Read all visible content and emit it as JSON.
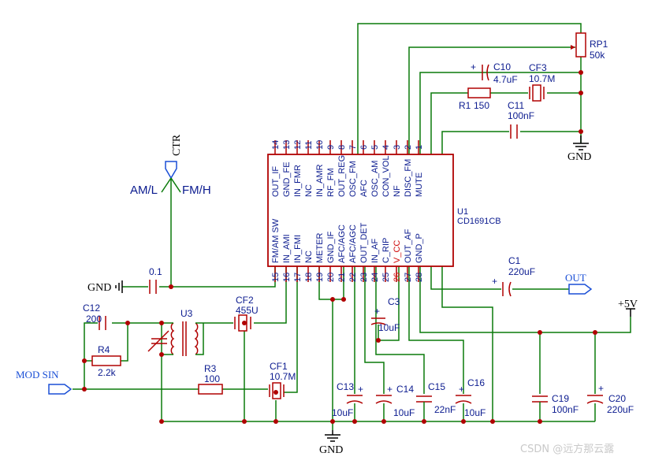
{
  "chip": {
    "ref": "U1",
    "part": "CD1691CB"
  },
  "pins_top": [
    {
      "num": "14",
      "label": "OUT_IF"
    },
    {
      "num": "13",
      "label": "GND_FE"
    },
    {
      "num": "12",
      "label": "IN_FMR"
    },
    {
      "num": "11",
      "label": "NC"
    },
    {
      "num": "10",
      "label": "IN_AMR"
    },
    {
      "num": "9",
      "label": "RF_FM"
    },
    {
      "num": "8",
      "label": "OUT_REG"
    },
    {
      "num": "7",
      "label": "OSC_FM"
    },
    {
      "num": "6",
      "label": "AFC"
    },
    {
      "num": "5",
      "label": "OSC_AM"
    },
    {
      "num": "4",
      "label": "CON_VOL"
    },
    {
      "num": "3",
      "label": "NF"
    },
    {
      "num": "2",
      "label": "DISC_FM"
    },
    {
      "num": "1",
      "label": "MUTE"
    }
  ],
  "pins_bottom": [
    {
      "num": "15",
      "label": "FM/AM SW",
      "red": false
    },
    {
      "num": "16",
      "label": "IN_AMI",
      "red": false
    },
    {
      "num": "17",
      "label": "IN_FMI",
      "red": false
    },
    {
      "num": "18",
      "label": "NC",
      "red": false
    },
    {
      "num": "19",
      "label": "METER",
      "red": false
    },
    {
      "num": "20",
      "label": "GND_IF",
      "red": false
    },
    {
      "num": "21",
      "label": "AFC/AGC",
      "red": false
    },
    {
      "num": "22",
      "label": "AFC/AGC",
      "red": false
    },
    {
      "num": "23",
      "label": "OUT_DET",
      "red": false
    },
    {
      "num": "24",
      "label": "IN_AF",
      "red": false
    },
    {
      "num": "25",
      "label": "C_RIP",
      "red": false
    },
    {
      "num": "26",
      "label": "V_CC",
      "red": true
    },
    {
      "num": "27",
      "label": "OUT_AF",
      "red": false
    },
    {
      "num": "28",
      "label": "GND_P",
      "red": false
    }
  ],
  "components": {
    "rp1": {
      "ref": "RP1",
      "value": "50k"
    },
    "c10": {
      "ref": "C10",
      "value": "4.7uF"
    },
    "cf3": {
      "ref": "CF3",
      "value": "10.7M"
    },
    "r1": {
      "ref": "R1",
      "value": "150"
    },
    "c11": {
      "ref": "C11",
      "value": "100nF"
    },
    "c1": {
      "ref": "C1",
      "value": "220uF"
    },
    "c_in": {
      "value": "0.1"
    },
    "c12": {
      "ref": "C12",
      "value": "200"
    },
    "r4": {
      "ref": "R4",
      "value": "2.2k"
    },
    "u3": {
      "ref": "U3"
    },
    "cf2": {
      "ref": "CF2",
      "value": "455U"
    },
    "r3": {
      "ref": "R3",
      "value": "100"
    },
    "cf1": {
      "ref": "CF1",
      "value": "10.7M"
    },
    "c3": {
      "ref": "C3",
      "value": "10uF"
    },
    "c13": {
      "ref": "C13",
      "value": "10uF"
    },
    "c14": {
      "ref": "C14",
      "value": "10uF"
    },
    "c15": {
      "ref": "C15",
      "value": "22nF"
    },
    "c16": {
      "ref": "C16",
      "value": "10uF"
    },
    "c19": {
      "ref": "C19",
      "value": "100nF"
    },
    "c20": {
      "ref": "C20",
      "value": "220uF"
    }
  },
  "labels": {
    "ctr": "CTR",
    "am_l": "AM/L",
    "fm_h": "FM/H",
    "gnd_left": "GND",
    "gnd_top": "GND",
    "gnd_bottom": "GND",
    "out": "OUT",
    "vcc": "+5V",
    "mod_sin": "MOD SIN",
    "watermark": "CSDN @远方那云露"
  },
  "colors": {
    "wire": "#0a7a0a",
    "component": "#b00000",
    "label_text": "#0b1b8f",
    "port": "#1a4fd6"
  }
}
